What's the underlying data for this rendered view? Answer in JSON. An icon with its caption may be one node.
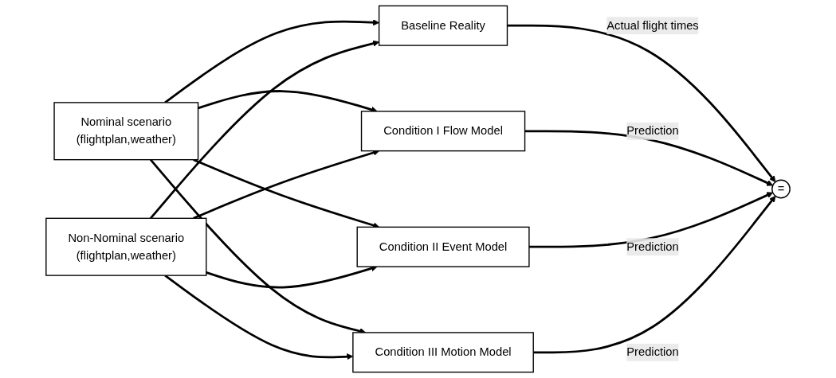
{
  "diagram": {
    "nodes": [
      {
        "text": [
          "Nominal scenario",
          "(flightplan,weather)"
        ]
      },
      {
        "text": [
          "Non-Nominal scenario",
          "(flightplan,weather)"
        ]
      },
      {
        "text": [
          "Baseline Reality"
        ]
      },
      {
        "text": [
          "Condition I Flow Model"
        ]
      },
      {
        "text": [
          "Condition II Event Model"
        ]
      },
      {
        "text": [
          "Condition III Motion Model"
        ]
      },
      {
        "text": [
          "="
        ]
      }
    ],
    "edges": [
      {
        "from": 0,
        "to": 2,
        "arrow": "to"
      },
      {
        "from": 0,
        "to": 3,
        "arrow": "to"
      },
      {
        "from": 0,
        "to": 4,
        "arrow": "to"
      },
      {
        "from": 0,
        "to": 5,
        "arrow": "to"
      },
      {
        "from": 1,
        "to": 2,
        "arrow": "to"
      },
      {
        "from": 1,
        "to": 3,
        "arrow": "to"
      },
      {
        "from": 1,
        "to": 4,
        "arrow": "to"
      },
      {
        "from": 1,
        "to": 5,
        "arrow": "to"
      },
      {
        "from": 2,
        "to": 6,
        "arrow": "to",
        "label": "Actual flight times"
      },
      {
        "from": 3,
        "to": 6,
        "arrow": "to",
        "label": "Prediction"
      },
      {
        "from": 4,
        "to": 6,
        "arrow": "to",
        "label": "Prediction"
      },
      {
        "from": 5,
        "to": 6,
        "arrow": "to",
        "label": "Prediction"
      }
    ]
  }
}
